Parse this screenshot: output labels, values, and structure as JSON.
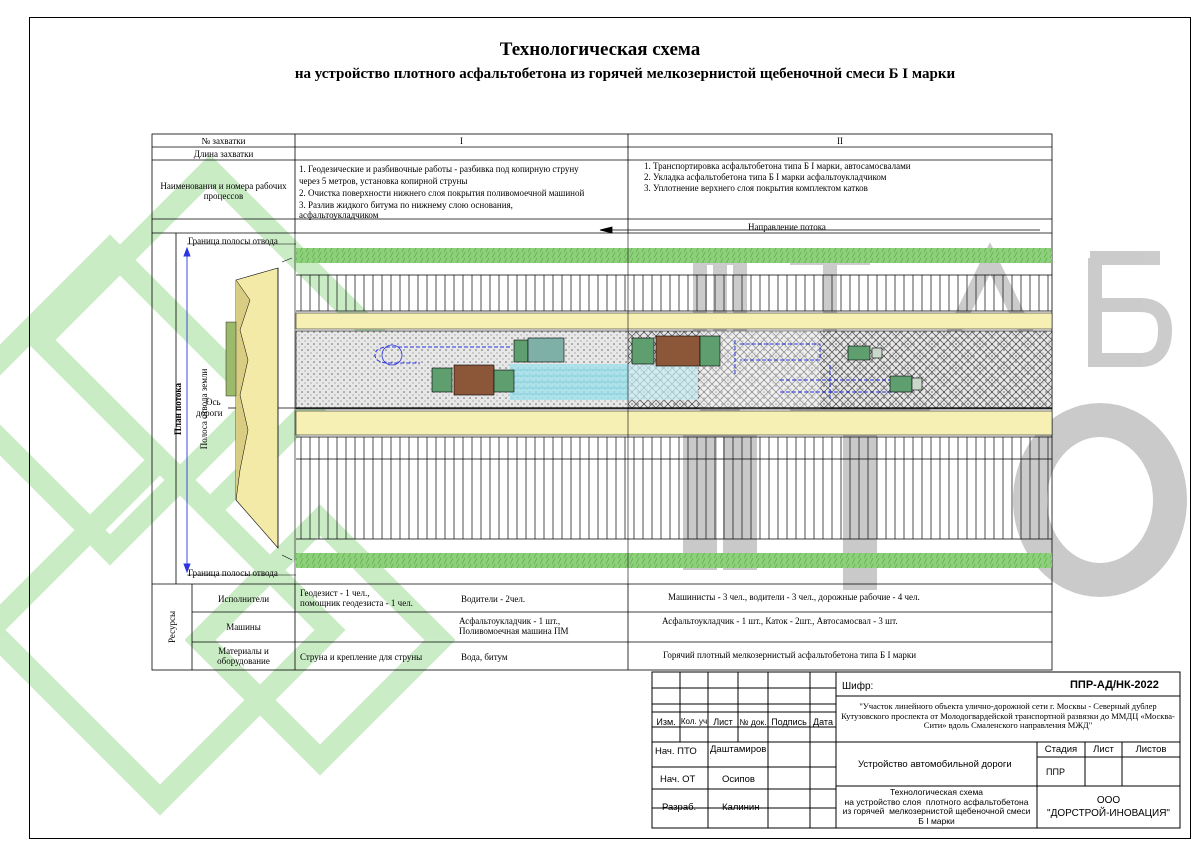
{
  "title": {
    "main": "Технологическая схема",
    "sub": "на устройство плотного асфальтобетона из горячей  мелкозернистой щебеночной смеси Б I марки"
  },
  "table": {
    "row_zone_label": "№ захватки",
    "zone_1": "I",
    "zone_2": "II",
    "row_length_label": "Длина захватки",
    "row_process_label": "Наименования и номера рабочих процессов",
    "zone_1_processes": [
      "1. Геодезические и разбивочные работы - разбивка под копирную струну",
      "через 5 метров, установка копирной струны",
      "2. Очистка поверхности нижнего слоя покрытия поливомоечной машиной",
      "3. Разлив жидкого битума по нижнему слою основания,",
      "асфальтоукладчиком"
    ],
    "zone_2_processes": [
      "1. Транспортировка асфальтобетона типа Б I марки, автосамосвалами",
      "2. Укладка асфальтобетона типа Б I марки асфальтоукладчиком",
      "3. Уплотнение верхнего слоя покрытия комплектом катков"
    ],
    "flow_direction": "Направление потока"
  },
  "plan": {
    "side_label": "План потока",
    "strip_label": "Полоса отвода земли",
    "boundary_top": "Граница полосы отвода",
    "boundary_bottom": "Граница полосы отвода",
    "axis_label_1": "Ось",
    "axis_label_2": "дороги"
  },
  "resources": {
    "group_label": "Ресурсы",
    "rows": [
      {
        "label": "Исполнители",
        "zone_1_a": "Геодезист - 1 чел.,\nпомощник геодезиста - 1 чел.",
        "zone_1_b": "Водители - 2чел.",
        "zone_2": "Машинисты - 3 чел.,  водители - 3 чел., дорожные рабочие - 4 чел."
      },
      {
        "label": "Машины",
        "zone_1_a": "",
        "zone_1_b": "Асфальтоукладчик - 1 шт.,\nПоливомоечная машина ПМ",
        "zone_2": "Асфальтоукладчик - 1 шт., Каток - 2шт., Автосамосвал - 3 шт."
      },
      {
        "label": "Материалы и\nоборудование",
        "zone_1_a": "Струна и крепление для струны",
        "zone_1_b": "Вода, битум",
        "zone_2": "Горячий плотный мелкозернистый асфальтобетона типа Б I марки"
      }
    ]
  },
  "stamp": {
    "code_label": "Шифр:",
    "code": "ППР-АД/НК-2022",
    "object": "\"Участок линейного объекта улично-дорожной сети г. Москвы - Северный дублер Кутузовского проспекта от Молодогвардейской транспортной развязки до ММДЦ «Москва-Сити» вдоль Смаленского направления МЖД\"",
    "col_headers": [
      "Изм.",
      "Кол. уч",
      "Лист",
      "№ док.",
      "Подпись",
      "Дата"
    ],
    "people": [
      {
        "role": "Нач. ПТО",
        "name": "Даштамиров"
      },
      {
        "role": "Нач. ОТ",
        "name": "Осипов"
      },
      {
        "role": "Разраб.",
        "name": "Калинин"
      }
    ],
    "section": "Устройство автомобильной дороги",
    "stage_label": "Стадия",
    "sheet_label": "Лист",
    "sheets_label": "Листов",
    "stage": "ППР",
    "doc_title": "Технологическая схема\nна устройство слоя  плотного асфальтобетона\nиз горячей  мелкозернистой щебеночной смеси\nБ I марки",
    "company_1": "ООО",
    "company_2": "\"ДОРСТРОЙ-ИНОВАЦИЯ\""
  },
  "colors": {
    "grass": "#8cd07a",
    "sand": "#f6f0b4",
    "watermark_green": "#b8e6b3",
    "watermark_grey": "#c6c6c6",
    "blue_line": "#2b35e0",
    "water": "#9fe1ec",
    "machine_green": "#5f9e6e",
    "machine_brown": "#8c5638"
  }
}
